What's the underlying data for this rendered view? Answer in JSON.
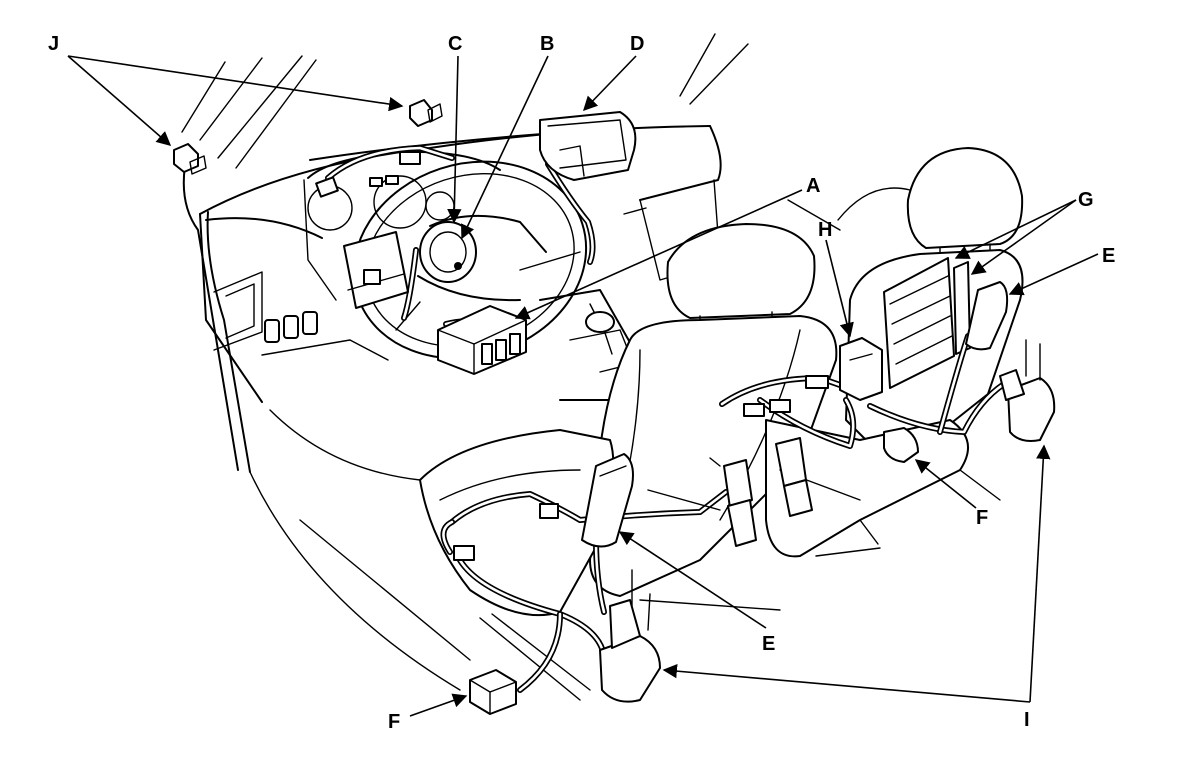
{
  "labels": {
    "a": "A",
    "b": "B",
    "c": "C",
    "d": "D",
    "e_rear": "E",
    "e_front": "E",
    "f_rear": "F",
    "f_front": "F",
    "g": "G",
    "h": "H",
    "i": "I",
    "j": "J"
  }
}
